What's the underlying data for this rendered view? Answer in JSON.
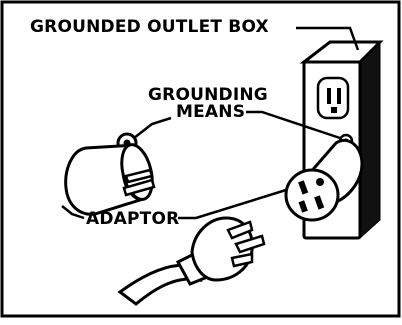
{
  "labels": {
    "grounded_outlet_box": "GROUNDED OUTLET BOX",
    "grounding_line1": "GROUNDING",
    "grounding_line2": "MEANS",
    "adaptor": "ADAPTOR"
  },
  "colors": {
    "ink": "#000000",
    "paper": "#ffffff"
  }
}
